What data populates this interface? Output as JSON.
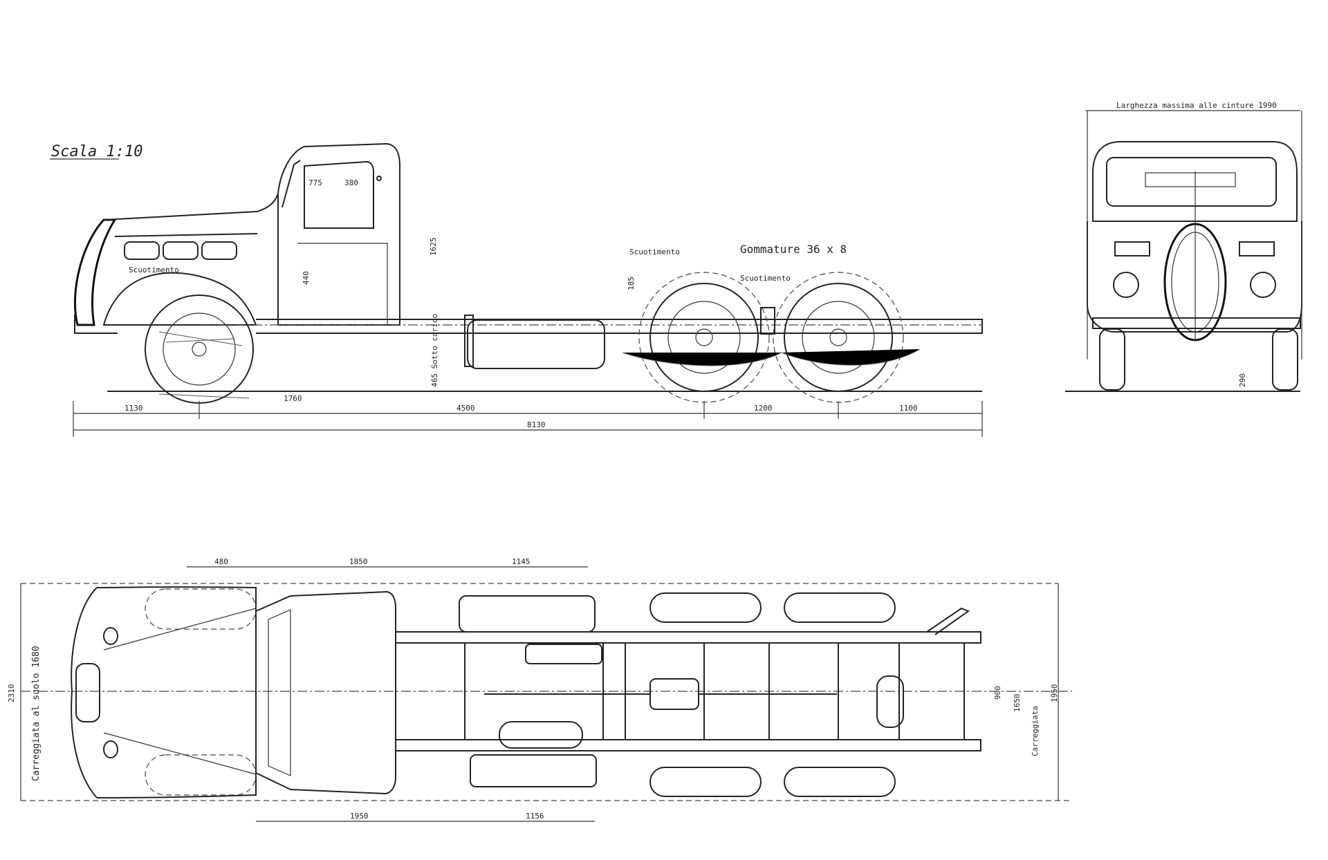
{
  "scale_note": "Scala 1:10",
  "side_view": {
    "labels": {
      "scuotimento_front": "Scuotimento",
      "scuotimento_rear_1": "Scuotimento",
      "scuotimento_rear_2": "Scuotimento",
      "tyres": "Gommature  36 x 8",
      "h_ground": "465 Sotto carico",
      "h_cab": "1625",
      "door_w1": "775",
      "door_w2": "380",
      "door_h": "440",
      "h_small": "185"
    },
    "dims": [
      "1130",
      "1760",
      "4500",
      "1200",
      "1100",
      "8130"
    ]
  },
  "front_view": {
    "label": "Larghezza massima alle cinture  1990",
    "h_ground": "290"
  },
  "plan_view": {
    "top_dims": [
      "480",
      "1850",
      "1145"
    ],
    "bottom_dims": [
      "1950",
      "1156"
    ],
    "left_dim": "2310",
    "carreggiata_front": "Carreggiata al suolo  1680",
    "right_dims": [
      "1950",
      "1650",
      "900"
    ],
    "carreggiata_rear": "Carreggiata"
  }
}
